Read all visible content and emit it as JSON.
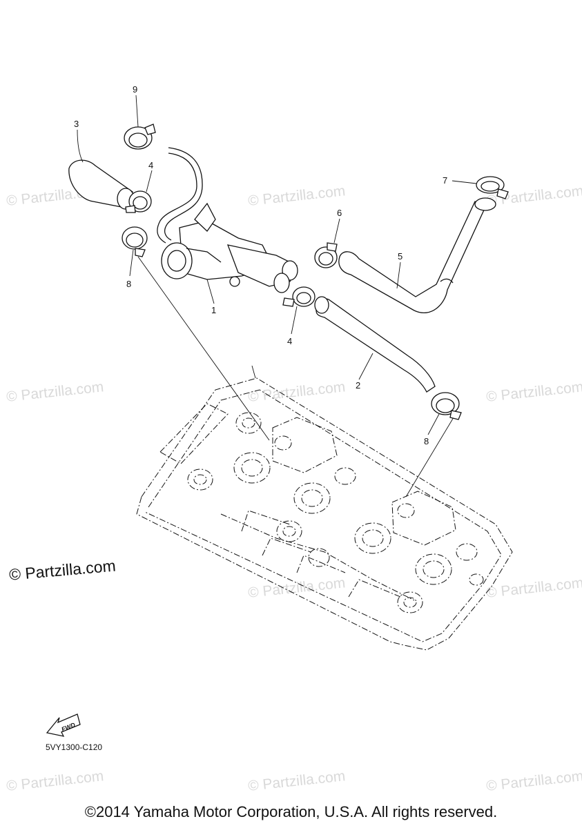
{
  "diagram": {
    "callouts": [
      {
        "id": "c9",
        "label": "9"
      },
      {
        "id": "c3",
        "label": "3"
      },
      {
        "id": "c4a",
        "label": "4"
      },
      {
        "id": "c7",
        "label": "7"
      },
      {
        "id": "c6",
        "label": "6"
      },
      {
        "id": "c5",
        "label": "5"
      },
      {
        "id": "c8a",
        "label": "8"
      },
      {
        "id": "c1",
        "label": "1"
      },
      {
        "id": "c4b",
        "label": "4"
      },
      {
        "id": "c2",
        "label": "2"
      },
      {
        "id": "c8b",
        "label": "8"
      }
    ],
    "fwd_arrow_label": "FWD",
    "part_code": "5VY1300-C120"
  },
  "watermark": {
    "text": "© Partzilla.com",
    "faint_text": "© Partzilla.com"
  },
  "copyright": "©2014 Yamaha Motor Corporation, U.S.A. All rights reserved.",
  "colors": {
    "line": "#111111",
    "watermark_faint": "#d9d9d9",
    "background": "#ffffff"
  }
}
